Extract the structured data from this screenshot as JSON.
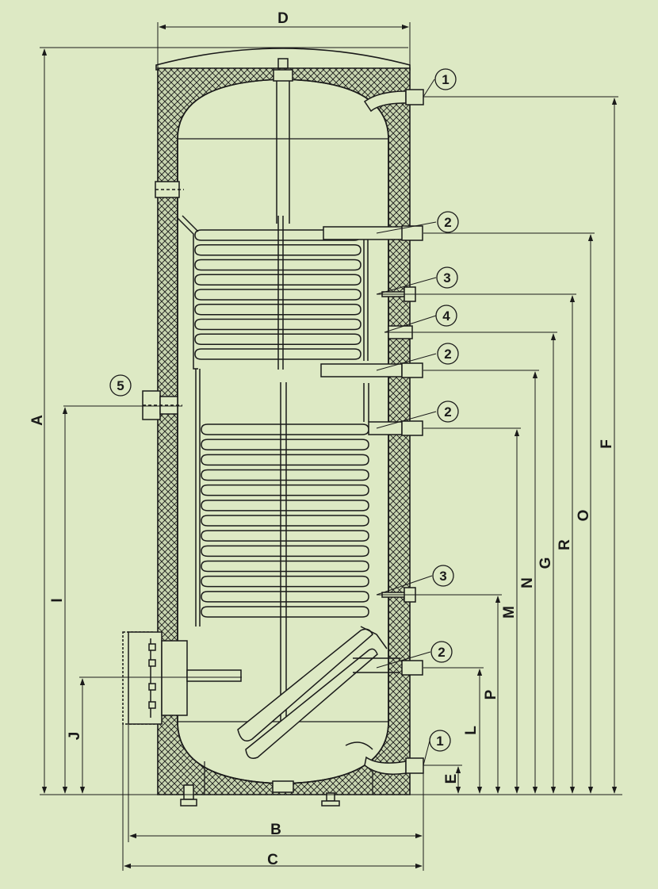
{
  "colors": {
    "background": "#dde9c4",
    "line": "#1a1a1a",
    "insulation_fill": "#c8d5b0"
  },
  "dimensions": {
    "A": "A",
    "B": "B",
    "C": "C",
    "D": "D",
    "E": "E",
    "F": "F",
    "G": "G",
    "I": "I",
    "J": "J",
    "L": "L",
    "M": "M",
    "N": "N",
    "O": "O",
    "P": "P",
    "R": "R"
  },
  "callouts": {
    "c1_top": "1",
    "c2_a": "2",
    "c3_a": "3",
    "c4": "4",
    "c2_b": "2",
    "c5": "5",
    "c2_c": "2",
    "c3_b": "3",
    "c2_d": "2",
    "c1_bottom": "1"
  }
}
